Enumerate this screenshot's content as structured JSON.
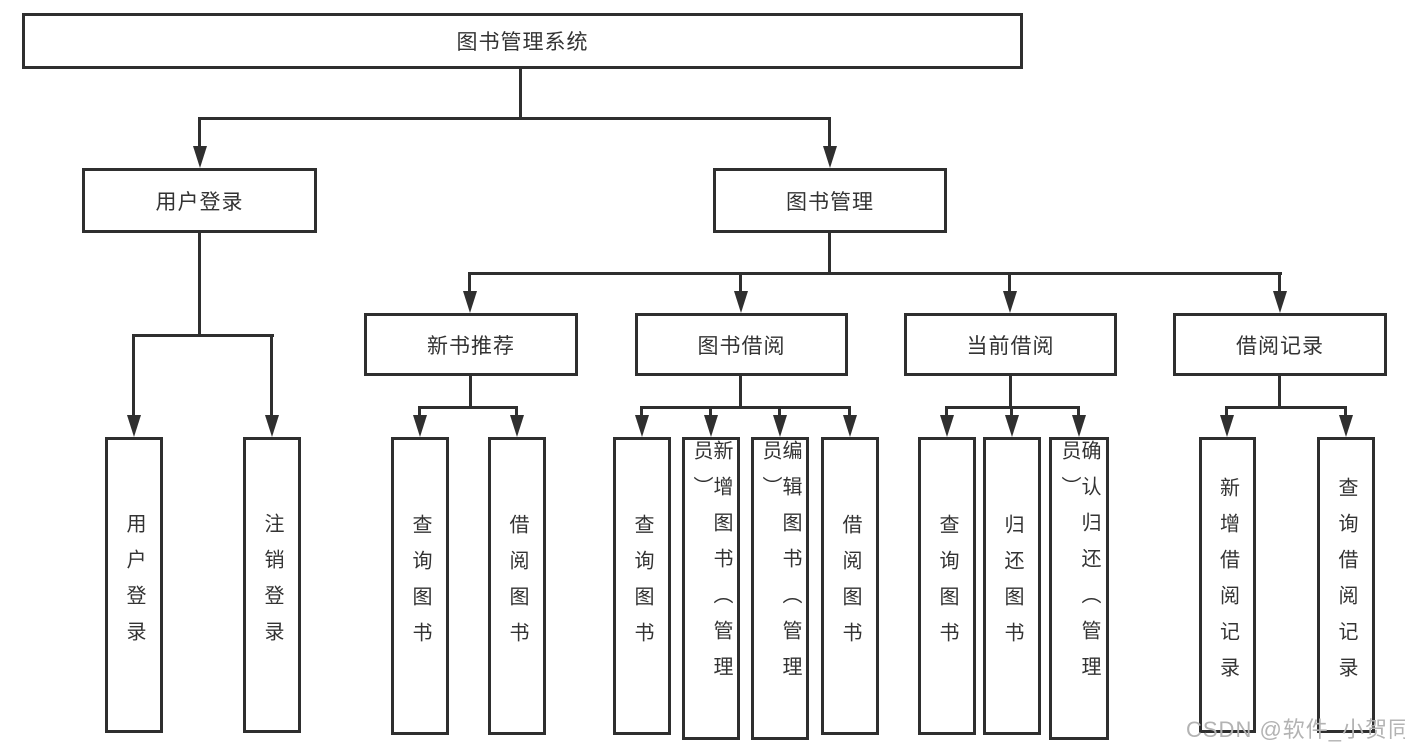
{
  "diagram_type": "tree",
  "colors": {
    "background": "#ffffff",
    "line": "#2f2f2f",
    "box_border": "#2f2f2f",
    "text": "#333333",
    "watermark": "#b3b3b3"
  },
  "watermark": {
    "text": "CSDN @软件_小贺同学"
  },
  "tree": {
    "root": {
      "label": "图书管理系统",
      "children": [
        {
          "label": "用户登录",
          "children": [
            {
              "label": "用户登录"
            },
            {
              "label": "注销登录"
            }
          ]
        },
        {
          "label": "图书管理",
          "children": [
            {
              "label": "新书推荐",
              "children": [
                {
                  "label": "查询图书"
                },
                {
                  "label": "借阅图书"
                }
              ]
            },
            {
              "label": "图书借阅",
              "children": [
                {
                  "label": "查询图书"
                },
                {
                  "label": "新增图书（管理员）"
                },
                {
                  "label": "编辑图书（管理员）"
                },
                {
                  "label": "借阅图书"
                }
              ]
            },
            {
              "label": "当前借阅",
              "children": [
                {
                  "label": "查询图书"
                },
                {
                  "label": "归还图书"
                },
                {
                  "label": "确认归还（管理员）"
                }
              ]
            },
            {
              "label": "借阅记录",
              "children": [
                {
                  "label": "新增借阅记录"
                },
                {
                  "label": "查询借阅记录"
                }
              ]
            }
          ]
        }
      ]
    }
  }
}
